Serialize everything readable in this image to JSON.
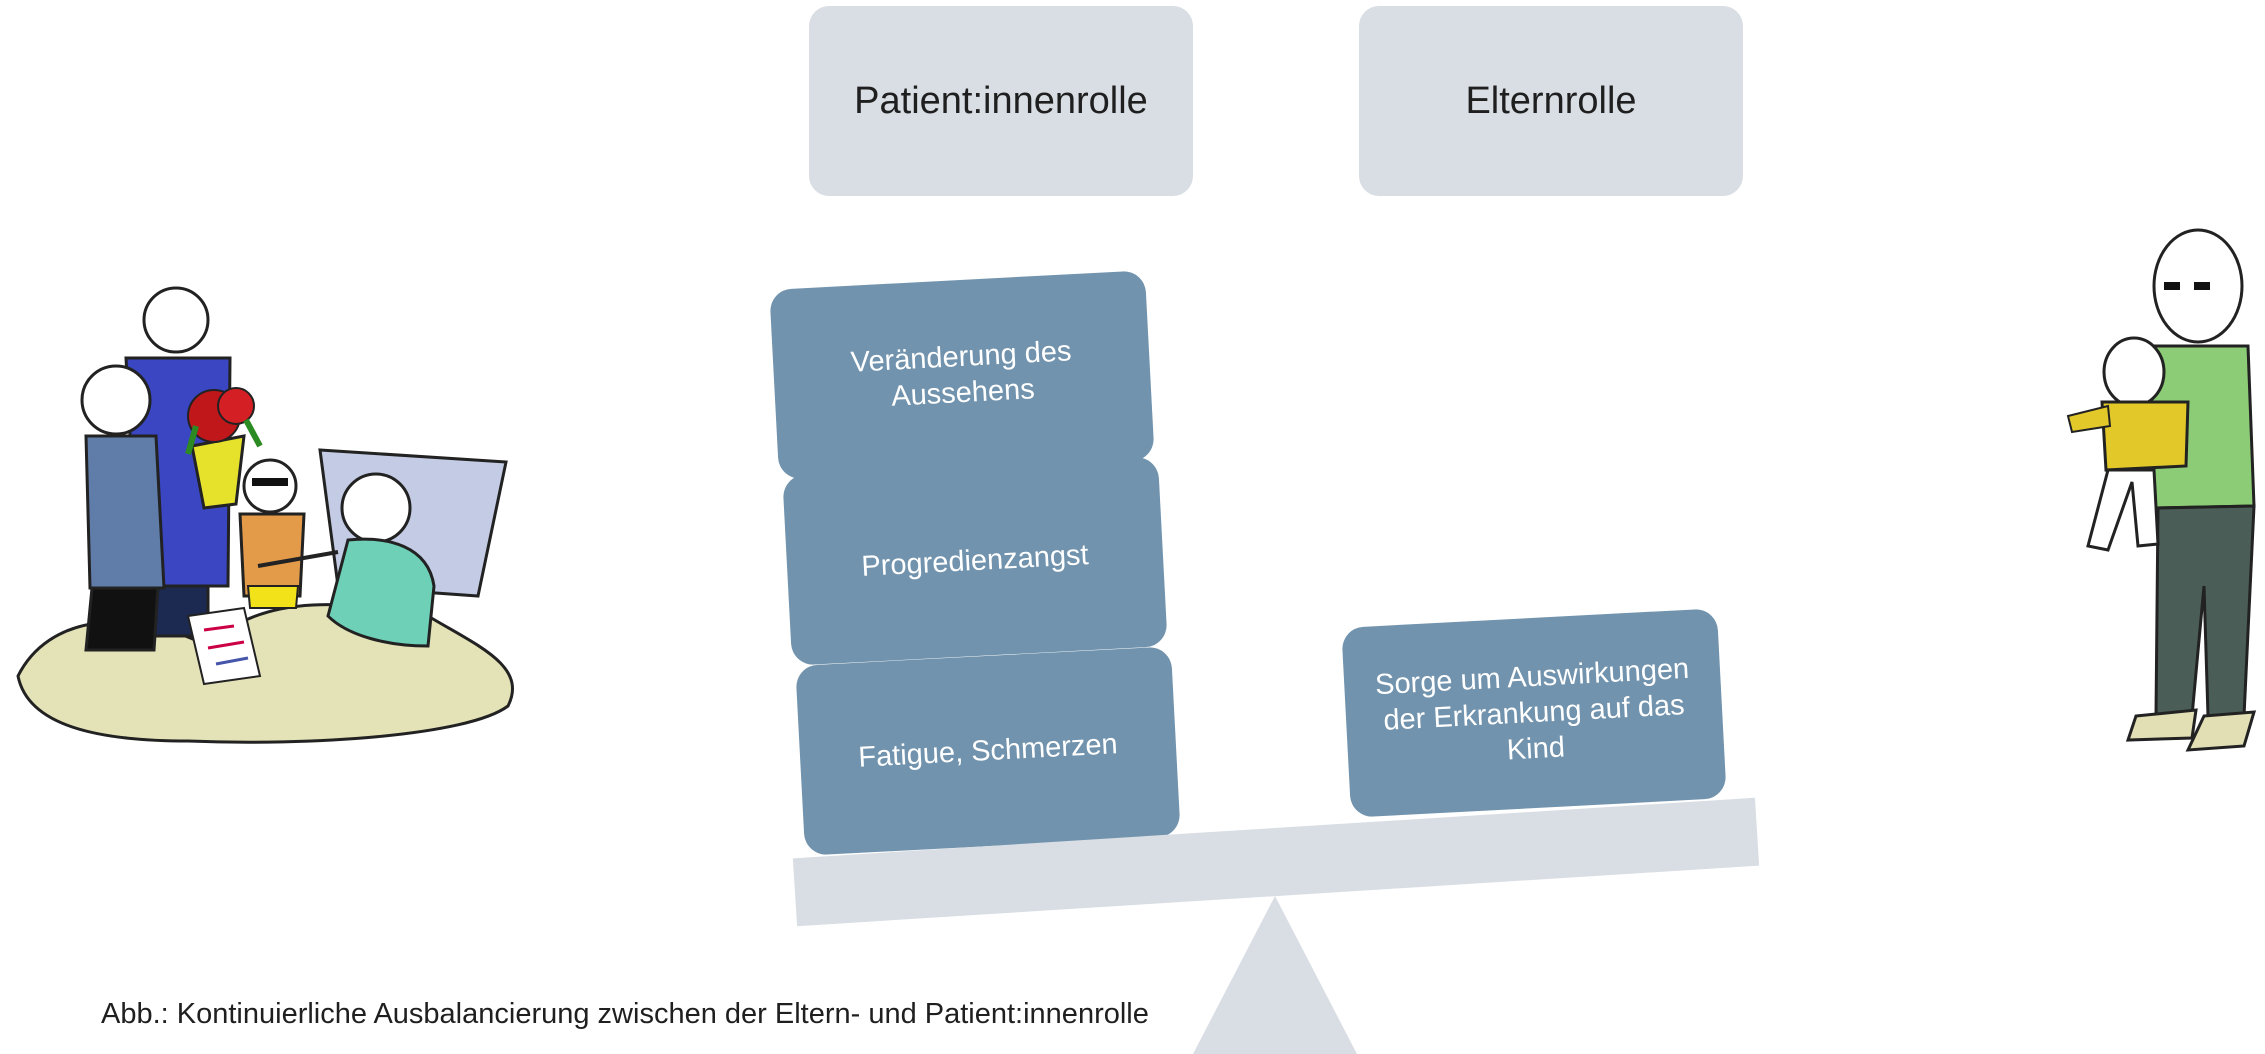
{
  "headers": {
    "patient_role": "Patient:innenrolle",
    "parent_role": "Elternrolle"
  },
  "factors": {
    "left": [
      "Veränderung des Aussehens",
      "Progredienzangst",
      "Fatigue, Schmerzen"
    ],
    "right": [
      "Sorge um Auswirkungen der Erkrankung auf das Kind"
    ]
  },
  "caption": "Abb.: Kontinuierliche Ausbalancierung zwischen der Eltern- und Patient:innenrolle",
  "colors": {
    "header_fill": "#d9dee4",
    "factor_fill": "#7193ad",
    "scale_fill": "#d9dee4"
  }
}
